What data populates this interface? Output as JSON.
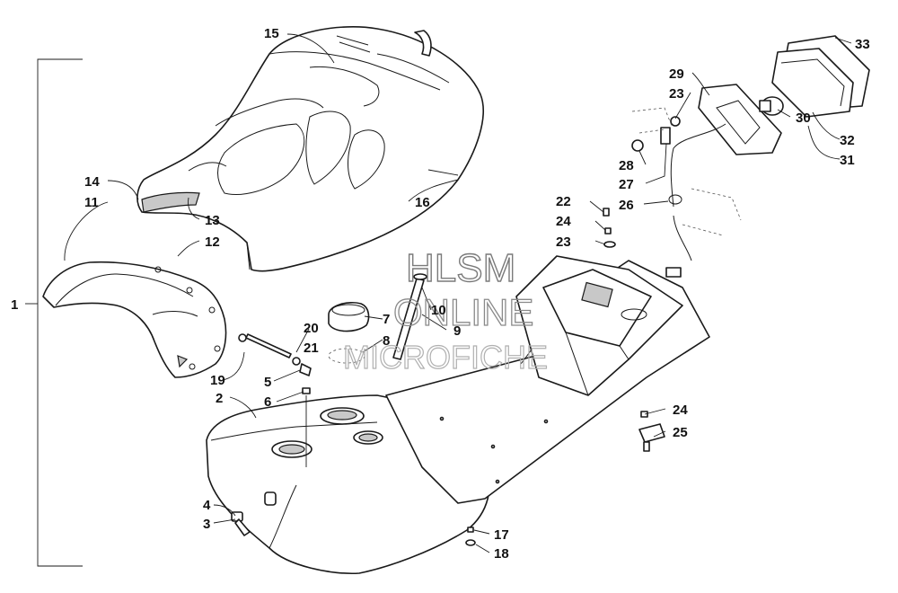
{
  "watermark": {
    "line1": "HLSM",
    "line2": "ONLINE",
    "line3": "MICROFICHE"
  },
  "callouts": [
    "1",
    "2",
    "3",
    "4",
    "5",
    "6",
    "7",
    "8",
    "9",
    "10",
    "11",
    "12",
    "13",
    "14",
    "15",
    "16",
    "17",
    "18",
    "19",
    "20",
    "21",
    "22",
    "23",
    "24",
    "25",
    "26",
    "27",
    "28",
    "29",
    "30",
    "31",
    "32",
    "33"
  ],
  "labels": {
    "l1": "1",
    "l2": "2",
    "l3": "3",
    "l4": "4",
    "l5": "5",
    "l6": "6",
    "l7": "7",
    "l8": "8",
    "l9": "9",
    "l10": "10",
    "l11": "11",
    "l12": "12",
    "l13": "13",
    "l14": "14",
    "l15": "15",
    "l16": "16",
    "l17": "17",
    "l18": "18",
    "l19": "19",
    "l20": "20",
    "l21": "21",
    "l22": "22",
    "l23a": "23",
    "l23b": "23",
    "l24a": "24",
    "l24b": "24",
    "l25": "25",
    "l26": "26",
    "l27": "27",
    "l28": "28",
    "l29": "29",
    "l30": "30",
    "l31": "31",
    "l32": "32",
    "l33": "33"
  }
}
